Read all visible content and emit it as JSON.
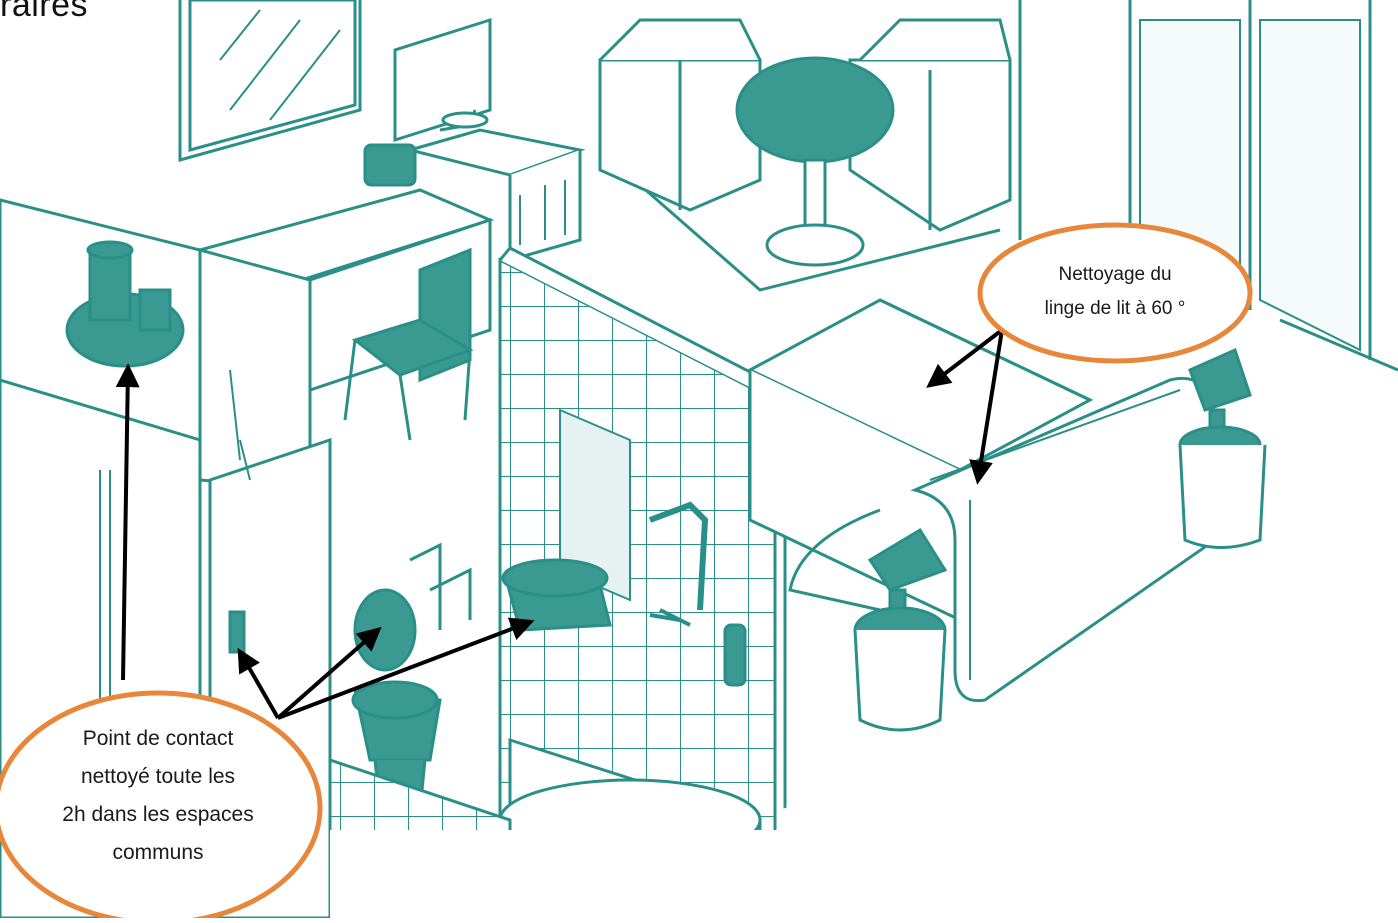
{
  "title_fragment": "raires",
  "callouts": {
    "bed_linen": {
      "text": "Nettoyage du\nlinge de lit  à 60 °"
    },
    "contact_points": {
      "text": "Point de contact\nnettoyé toute les\n2h dans les espaces\ncommuns"
    }
  },
  "colors": {
    "line_teal": "#2a8f88",
    "fill_teal": "#3a9a92",
    "callout_border": "#e8863a",
    "arrow": "#000000",
    "text": "#1a1a1a"
  }
}
